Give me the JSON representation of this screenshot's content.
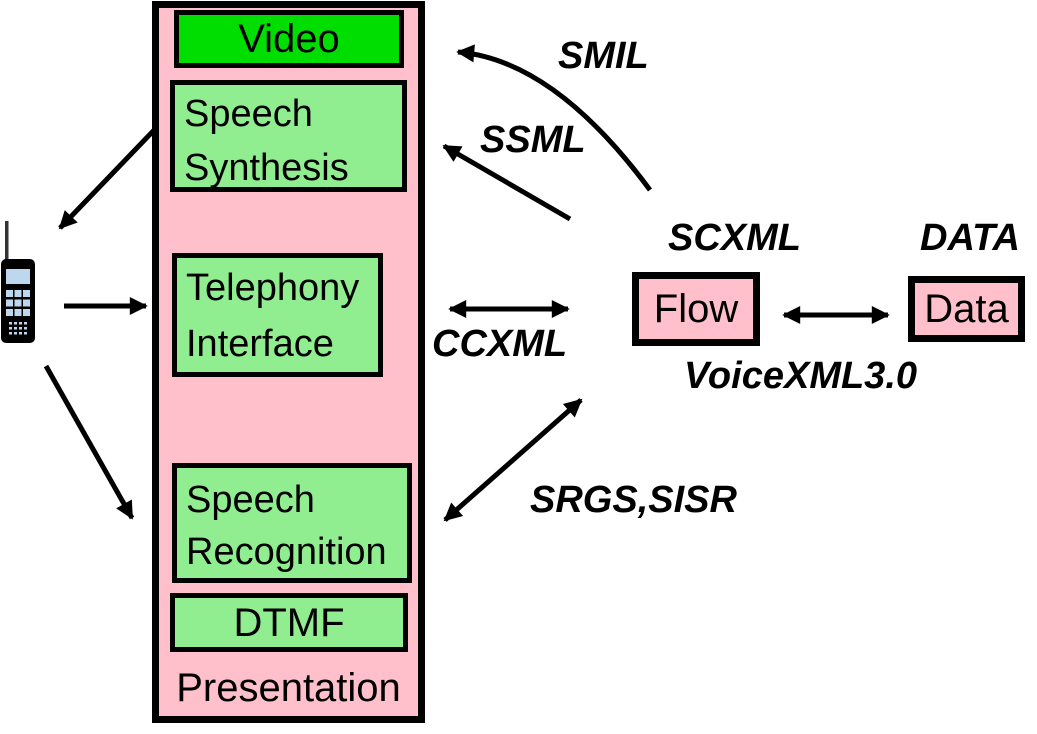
{
  "colors": {
    "background": "#FFFFFF",
    "presentation_pink": "#FFC0CB",
    "video_bright_green": "#00DD00",
    "module_light_green": "#90EE90",
    "border_black": "#000000",
    "phone_screen_blue": "#BDD7EE"
  },
  "phone": {
    "icon": "mobile-phone-icon"
  },
  "presentation": {
    "label": "Presentation",
    "modules": {
      "video": {
        "label": "Video"
      },
      "speech_synthesis": {
        "line1": "Speech",
        "line2": "Synthesis"
      },
      "telephony_interface": {
        "line1": "Telephony",
        "line2": "Interface"
      },
      "speech_recognition": {
        "line1": "Speech",
        "line2": "Recognition"
      },
      "dtmf": {
        "label": "DTMF"
      }
    }
  },
  "flow_node": {
    "label": "Flow",
    "caption_above": "SCXML",
    "caption_below": "VoiceXML3.0"
  },
  "data_node": {
    "label": "Data",
    "caption_above": "DATA"
  },
  "protocol_labels": {
    "smil": "SMIL",
    "ssml": "SSML",
    "ccxml": "CCXML",
    "srgs_sisr": "SRGS,SISR"
  }
}
